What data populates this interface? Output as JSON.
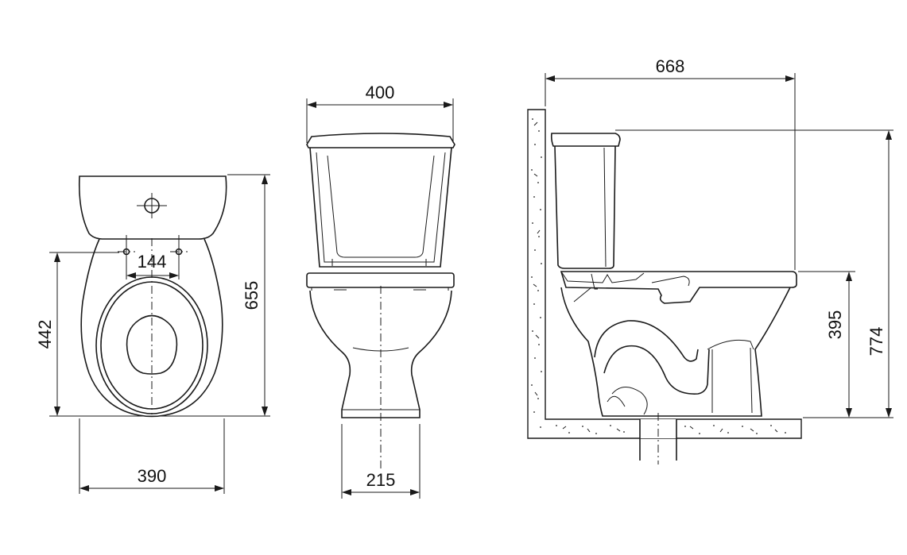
{
  "dimensions": {
    "top_width": "390",
    "top_seat_depth": "442",
    "top_total_depth": "655",
    "top_hole_spacing": "144",
    "front_tank_width": "400",
    "front_base_width": "215",
    "side_total_depth": "668",
    "side_seat_height": "395",
    "side_total_height": "774"
  },
  "colors": {
    "line": "#1a1a1a",
    "background": "#ffffff"
  }
}
